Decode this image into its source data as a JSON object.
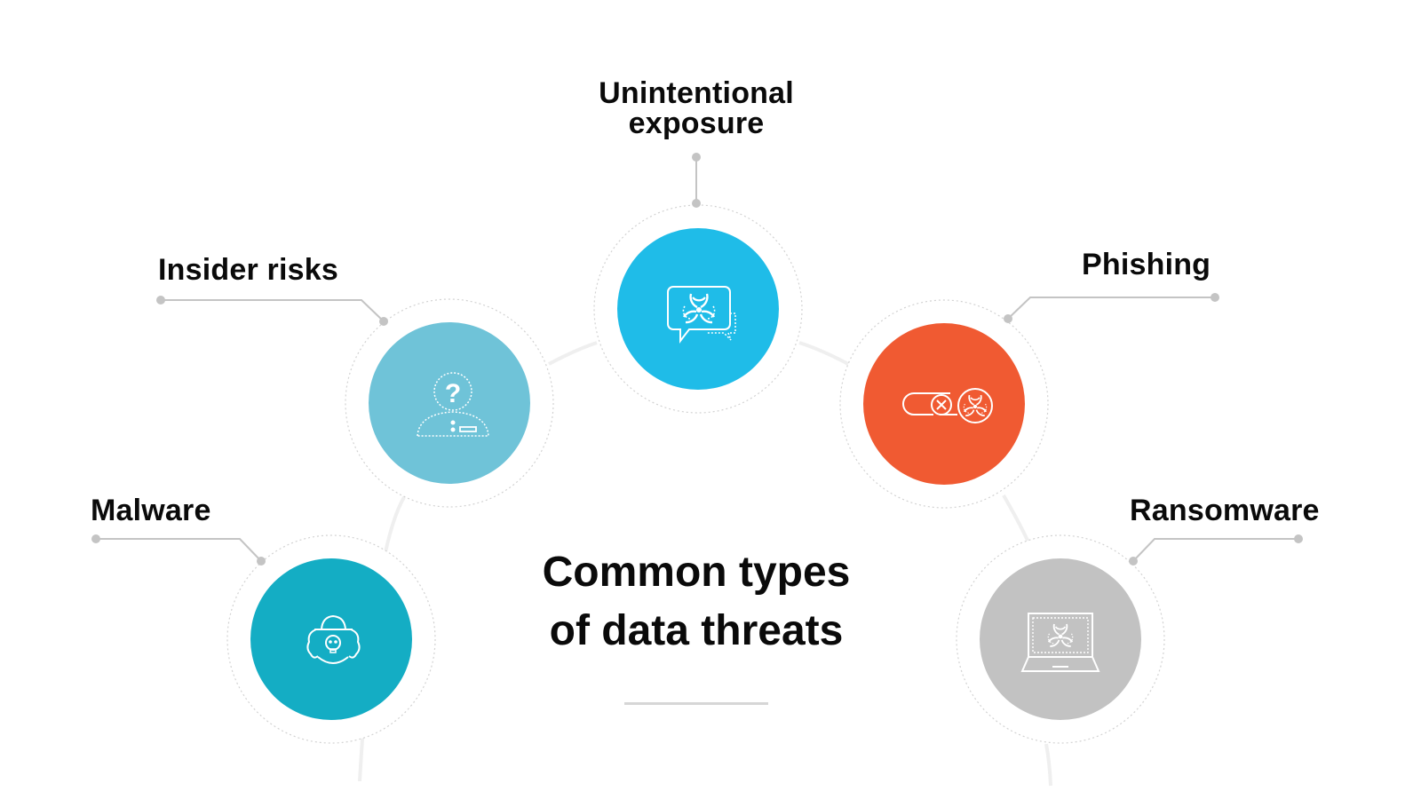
{
  "title": {
    "line1": "Common types",
    "line2": "of data threats"
  },
  "colors": {
    "unintentional_exposure": "#1FBCE8",
    "insider_risks": "#6FC3D8",
    "phishing": "#F05A32",
    "malware": "#14ADC4",
    "ransomware": "#C2C2C2",
    "connector": "#C4C4C4",
    "arc": "#EFEFEF",
    "text": "#0A0A0A"
  },
  "threats": [
    {
      "id": "unintentional-exposure",
      "label_line1": "Unintentional",
      "label_line2": "exposure",
      "icon": "chat-biohazard-icon"
    },
    {
      "id": "insider-risks",
      "label": "Insider risks",
      "icon": "unknown-person-icon"
    },
    {
      "id": "phishing",
      "label": "Phishing",
      "icon": "link-biohazard-icon"
    },
    {
      "id": "malware",
      "label": "Malware",
      "icon": "skull-bug-icon"
    },
    {
      "id": "ransomware",
      "label": "Ransomware",
      "icon": "laptop-biohazard-icon"
    }
  ]
}
